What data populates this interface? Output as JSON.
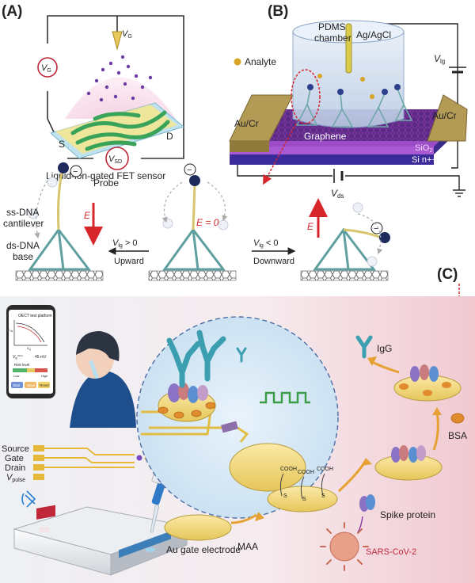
{
  "panel_a": {
    "tag": "(A)",
    "v_g": "V",
    "v_g_sub": "G",
    "v_g_top": "V",
    "v_g_top_sub": "G",
    "v_sd": "V",
    "v_sd_sub": "SD",
    "s": "S",
    "d": "D",
    "caption": "Liquid-ion-gated FET sensor"
  },
  "panel_b": {
    "tag": "(B)",
    "pdms": "PDMS",
    "chamber": "chamber",
    "agagcl": "Ag/AgCl",
    "analyte": "Analyte",
    "v_lg": "V",
    "v_lg_sub": "lg",
    "aucr_left": "Au/Cr",
    "aucr_right": "Au/Cr",
    "graphene": "Graphene",
    "sio2": "SiO",
    "sio2_sub": "2",
    "si": "Si n++",
    "v_ds": "V",
    "v_ds_sub": "ds"
  },
  "mechanism": {
    "probe": "Probe",
    "ss_dna_1": "ss-DNA",
    "ss_dna_2": "cantilever",
    "ds_dna_1": "ds-DNA",
    "ds_dna_2": "base",
    "e_left": "E",
    "e_zero": "E = 0",
    "e_right": "E",
    "vlg_pos": "V",
    "vlg_pos_sub": "lg",
    "vlg_pos_cond": " > 0",
    "upward": "Upward",
    "vlg_neg": "V",
    "vlg_neg_sub": "lg",
    "vlg_neg_cond": " < 0",
    "downward": "Downward",
    "minus": "−"
  },
  "panel_c": {
    "tag": "(C)",
    "phone": {
      "title": "OECT test platform",
      "y_axis": "I",
      "y_axis_sub": "ds",
      "x_axis": "V",
      "x_axis_sub": "lg",
      "offset_label": "V",
      "offset_sub": "g",
      "offset_sup": "offset",
      "offset_value": "45 mV",
      "risk_level": "Risk level",
      "low": "Low",
      "high": "High",
      "btn_start": "Start",
      "btn_save": "Save",
      "btn_reset": "Reset"
    },
    "source": "Source",
    "gate": "Gate",
    "drain": "Drain",
    "vpulse": "V",
    "vpulse_sub": "pulse",
    "device_display": "88",
    "au_gate": "Au gate electrode",
    "maa": "MAA",
    "cooh_1": "COOH",
    "cooh_2": "COOH",
    "cooh_3": "COOH",
    "s_1": "S",
    "s_2": "S",
    "s_3": "S",
    "spike": "Spike protein",
    "sars": "SARS-CoV-2",
    "bsa": "BSA",
    "igg": "IgG"
  }
}
